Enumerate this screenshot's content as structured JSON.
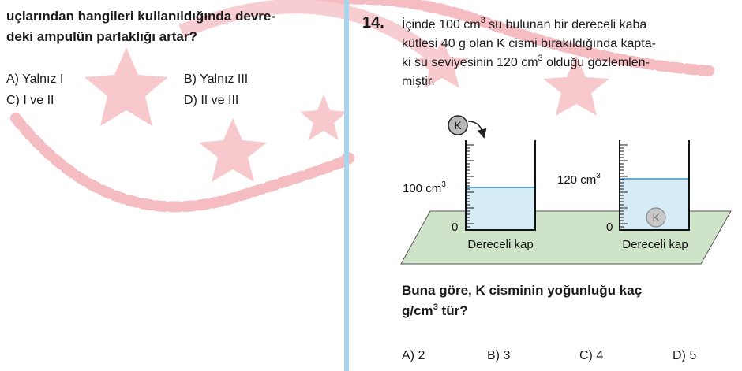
{
  "left_question": {
    "line1": "uçlarından hangileri kullanıldığında devre-",
    "line2": "deki ampulün parlaklığı artar?",
    "options": {
      "a": "A) Yalnız I",
      "b": "B) Yalnız III",
      "c": "C) I ve II",
      "d": "D) II ve III"
    }
  },
  "question14": {
    "number": "14.",
    "line1_pre": "İçinde 100 cm",
    "line1_sup": "3",
    "line1_post": " su bulunan bir dereceli kaba",
    "line2": "kütlesi 40 g olan K cismi bırakıldığında kapta-",
    "line3_pre": "ki su seviyesinin 120 cm",
    "line3_sup": "3",
    "line3_post": " olduğu gözlemlen-",
    "line4": "miştir.",
    "figure": {
      "object_label": "K",
      "left_level_label": "100 cm",
      "left_level_sup": "3",
      "right_level_label": "120 cm",
      "right_level_sup": "3",
      "zero_label": "0",
      "container_label": "Dereceli kap",
      "water_color": "#d6ecf7",
      "base_color": "#cfe3c8"
    },
    "ask_line1": "Buna göre, K cisminin yoğunluğu kaç",
    "ask_line2_pre": "g/cm",
    "ask_line2_sup": "3",
    "ask_line2_post": " tür?",
    "answers": {
      "a": "A) 2",
      "b": "B) 3",
      "c": "C) 4",
      "d": "D) 5"
    }
  }
}
